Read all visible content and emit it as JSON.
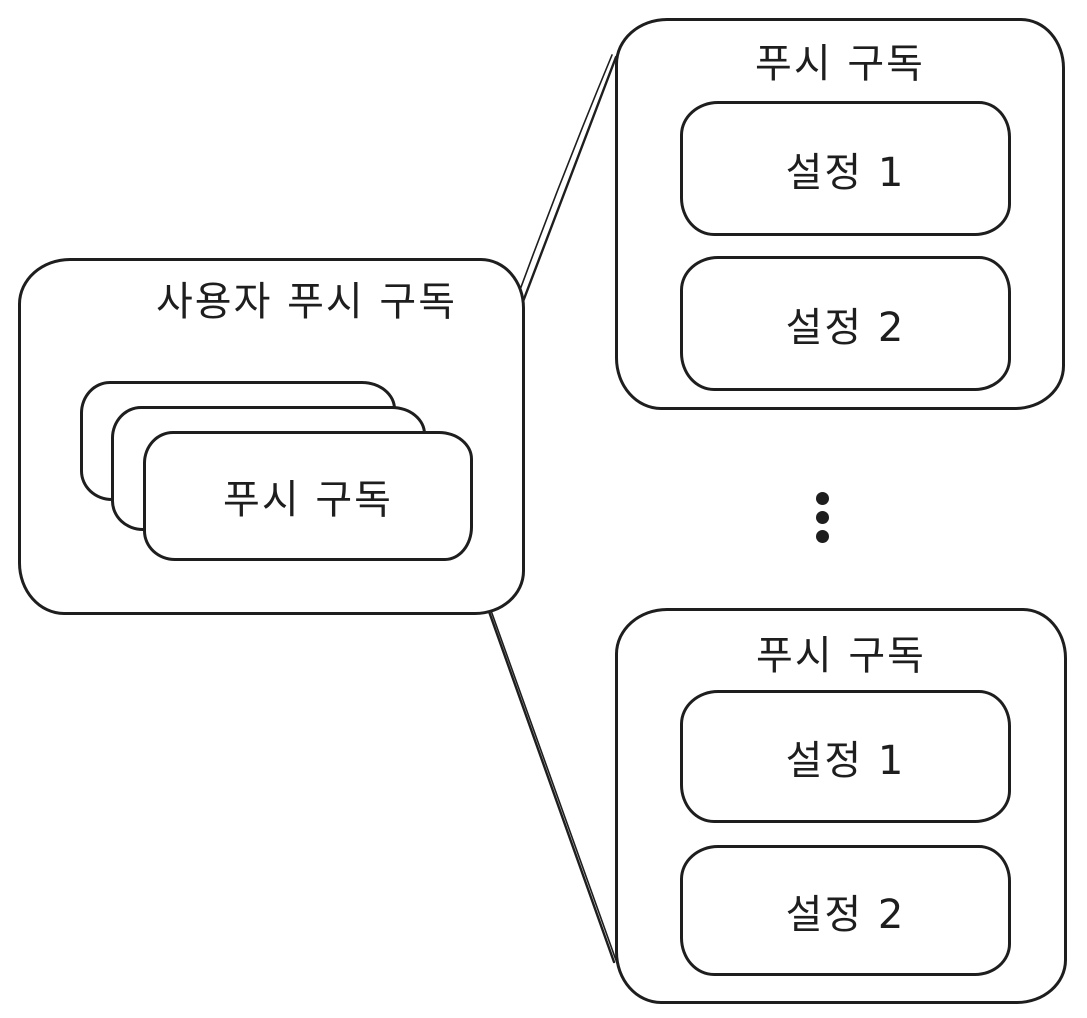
{
  "colors": {
    "stroke": "#1e1e1e",
    "background": "#ffffff"
  },
  "left_group": {
    "title": "사용자 푸시 구독",
    "card_label": "푸시 구독",
    "stacked_card_count": 3
  },
  "top_right_group": {
    "title": "푸시 구독",
    "items": [
      {
        "label": "설정 1"
      },
      {
        "label": "설정 2"
      }
    ]
  },
  "separator": {
    "icon": "vertical-ellipsis"
  },
  "bottom_right_group": {
    "title": "푸시 구독",
    "items": [
      {
        "label": "설정 1"
      },
      {
        "label": "설정 2"
      }
    ]
  }
}
